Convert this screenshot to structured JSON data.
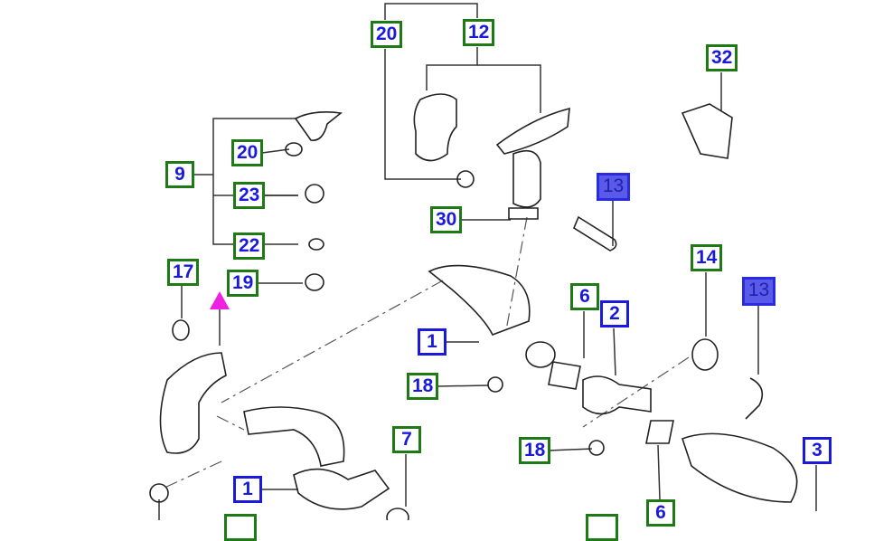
{
  "labels": [
    {
      "number": "20",
      "style": "green"
    },
    {
      "number": "12",
      "style": "green"
    },
    {
      "number": "32",
      "style": "green"
    },
    {
      "number": "9",
      "style": "green"
    },
    {
      "number": "20",
      "style": "green"
    },
    {
      "number": "23",
      "style": "green"
    },
    {
      "number": "22",
      "style": "green"
    },
    {
      "number": "17",
      "style": "green"
    },
    {
      "number": "19",
      "style": "green"
    },
    {
      "number": "30",
      "style": "green"
    },
    {
      "number": "13",
      "style": "highlighted"
    },
    {
      "number": "14",
      "style": "green"
    },
    {
      "number": "13",
      "style": "highlighted"
    },
    {
      "number": "6",
      "style": "green"
    },
    {
      "number": "2",
      "style": "blue"
    },
    {
      "number": "1",
      "style": "blue"
    },
    {
      "number": "18",
      "style": "green"
    },
    {
      "number": "18",
      "style": "green"
    },
    {
      "number": "7",
      "style": "green"
    },
    {
      "number": "3",
      "style": "blue"
    },
    {
      "number": "1",
      "style": "blue"
    },
    {
      "number": "6",
      "style": "green"
    }
  ],
  "colors": {
    "green_border": "#1e7a14",
    "blue_text": "#1a1adc",
    "highlight": "#5a5ae8",
    "marker": "#f020e0"
  }
}
